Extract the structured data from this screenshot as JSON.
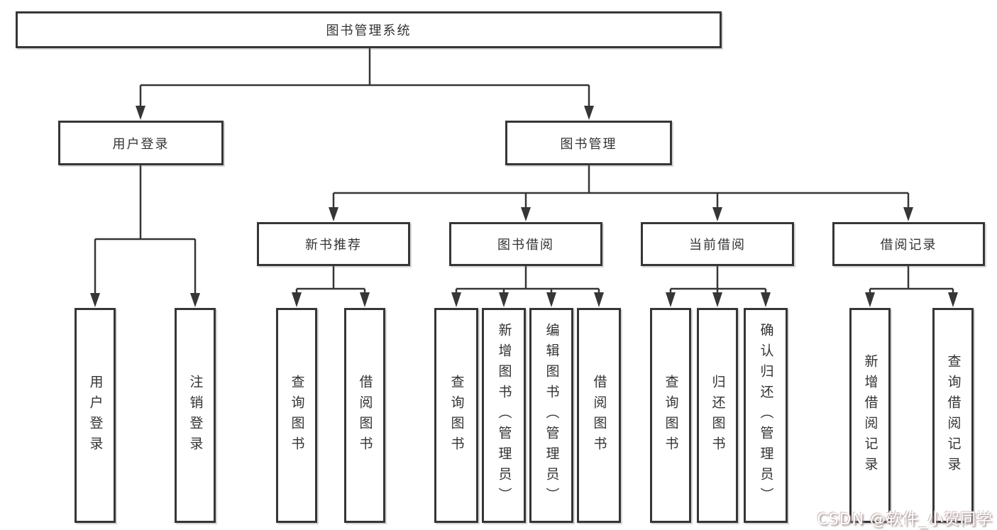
{
  "tree": {
    "root": {
      "label": "图书管理系统"
    },
    "branches": [
      {
        "label": "用户登录",
        "children": [
          {
            "label": "用户登录"
          },
          {
            "label": "注销登录"
          }
        ]
      },
      {
        "label": "图书管理",
        "children": [
          {
            "label": "新书推荐",
            "children": [
              {
                "label": "查询图书"
              },
              {
                "label": "借阅图书"
              }
            ]
          },
          {
            "label": "图书借阅",
            "children": [
              {
                "label": "查询图书"
              },
              {
                "label": "新增图书（管理员）"
              },
              {
                "label": "编辑图书（管理员）"
              },
              {
                "label": "借阅图书"
              }
            ]
          },
          {
            "label": "当前借阅",
            "children": [
              {
                "label": "查询图书"
              },
              {
                "label": "归还图书"
              },
              {
                "label": "确认归还（管理员）"
              }
            ]
          },
          {
            "label": "借阅记录",
            "children": [
              {
                "label": "新增借阅记录"
              },
              {
                "label": "查询借阅记录"
              }
            ]
          }
        ]
      }
    ]
  },
  "watermark": {
    "text": "CSDN @软件_小贺同学"
  },
  "colors": {
    "line": "#363636",
    "box_border": "#363636",
    "text": "#333333",
    "background": "#ffffff",
    "watermark_shadow": "#a18d8d"
  }
}
